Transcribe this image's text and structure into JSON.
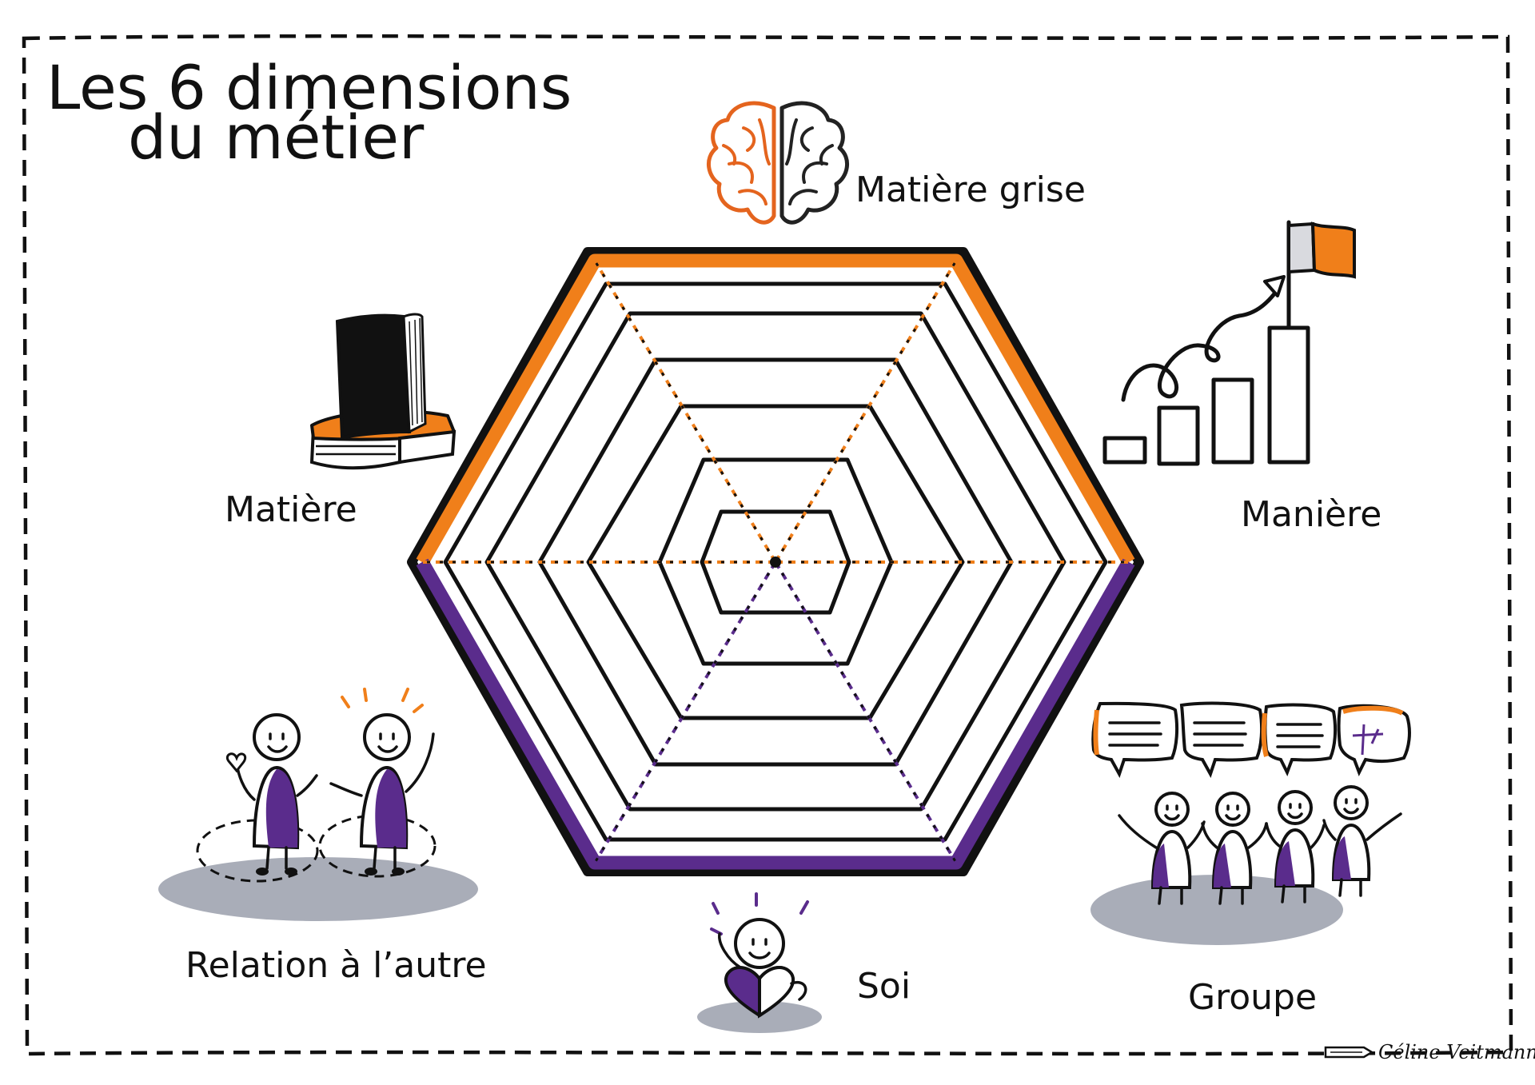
{
  "title": {
    "line1": "Les 6 dimensions",
    "line2": "du métier"
  },
  "dimensions": [
    {
      "label": "Matière grise",
      "icon": "brain-icon"
    },
    {
      "label": "Manière",
      "icon": "progress-steps-flag-icon"
    },
    {
      "label": "Groupe",
      "icon": "group-speech-bubbles-icon"
    },
    {
      "label": "Soi",
      "icon": "self-heart-person-icon"
    },
    {
      "label": "Relation à l’autre",
      "icon": "two-people-relation-icon"
    },
    {
      "label": "Matière",
      "icon": "books-icon"
    }
  ],
  "signature": "Céline Veitmann",
  "colors": {
    "orange": "#F07F1A",
    "purple": "#5A2C8C",
    "grey_shadow": "#A9ADB8",
    "ink": "#111111"
  }
}
